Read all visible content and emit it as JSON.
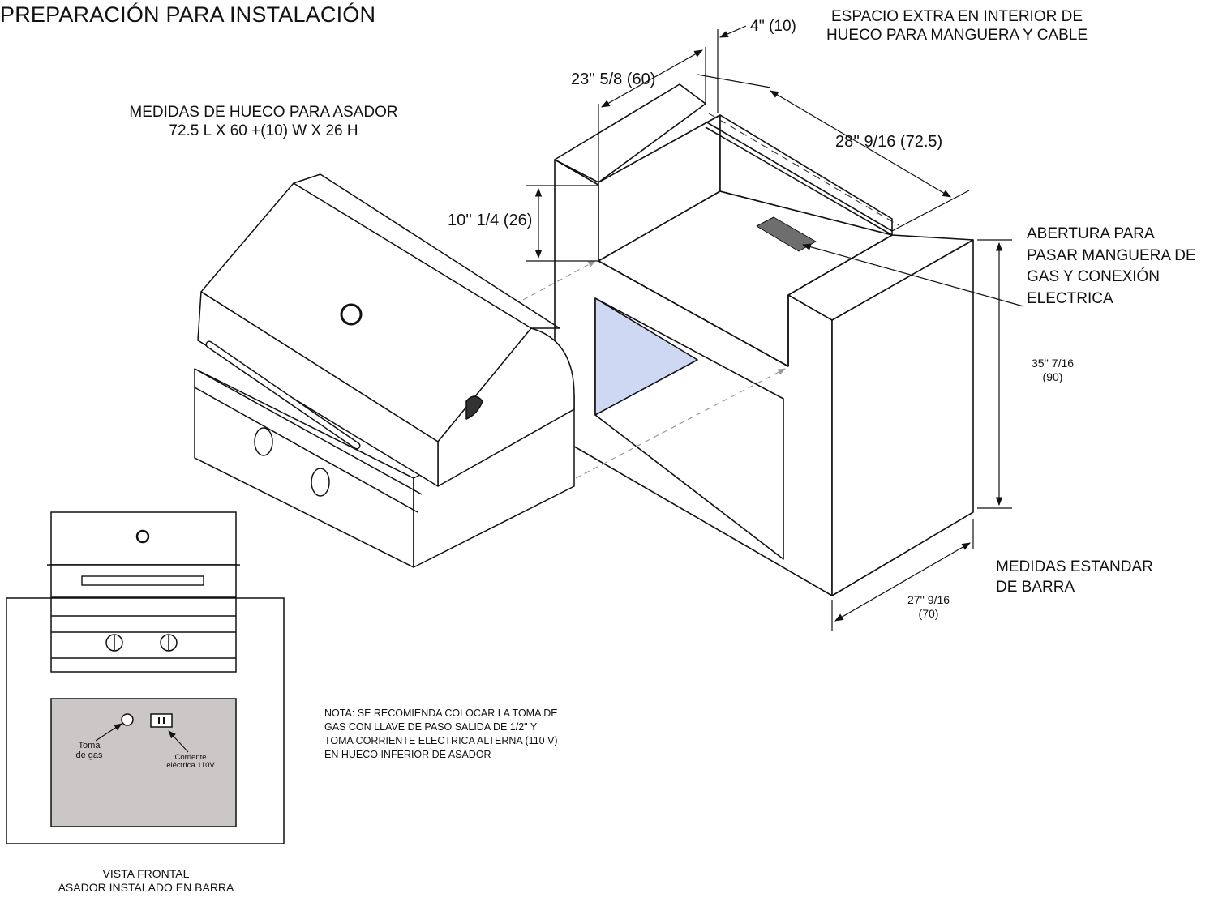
{
  "title": "PREPARACIÓN PARA INSTALACIÓN",
  "labels": {
    "cutout_line1": "MEDIDAS DE HUECO PARA ASADOR",
    "cutout_line2": "72.5 L X 60 +(10) W X 26 H",
    "extra_line1": "ESPACIO EXTRA EN INTERIOR DE",
    "extra_line2": "HUECO PARA MANGUERA Y CABLE",
    "opening_line1": "ABERTURA PARA",
    "opening_line2": "PASAR MANGUERA DE",
    "opening_line3": "GAS Y CONEXIÓN",
    "opening_line4": "ELECTRICA",
    "bar_line1": "MEDIDAS ESTANDAR",
    "bar_line2": "DE BARRA",
    "front_line1": "VISTA FRONTAL",
    "front_line2": "ASADOR INSTALADO EN BARRA"
  },
  "dimensions": {
    "extra": "4'' (10)",
    "depth": "23'' 5/8 (60)",
    "length": "28'' 9/16 (72.5)",
    "height_cutout": "10'' 1/4 (26)",
    "height_bar_line1": "35'' 7/16",
    "height_bar_line2": "(90)",
    "depth_bar_line1": "27'' 9/16",
    "depth_bar_line2": "(70)"
  },
  "note": {
    "line1": "NOTA: SE RECOMIENDA COLOCAR LA TOMA DE",
    "line2": "GAS CON LLAVE DE PASO SALIDA DE 1/2\" Y",
    "line3": "TOMA CORRIENTE ELECTRICA ALTERNA (110 V)",
    "line4": "EN HUECO INFERIOR DE ASADOR"
  },
  "front_view": {
    "gas_line1": "Toma",
    "gas_line2": "de gas",
    "power_line1": "Corriente",
    "power_line2": "eléctrica 110V"
  },
  "colors": {
    "line": "#111111",
    "opening_fill": "#cfd8f2",
    "panel_fill": "#cbc7c7",
    "slot_fill": "#6e6e6e",
    "dashed": "#888888"
  }
}
